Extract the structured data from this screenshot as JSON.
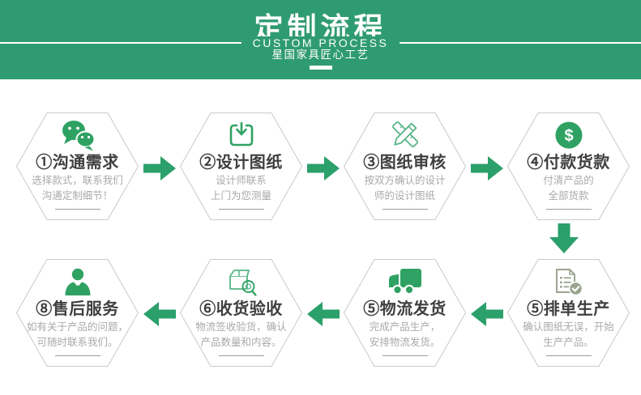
{
  "header": {
    "title": "定制流程",
    "subtitle_en": "CUSTOM PROCESS",
    "subtitle_cn": "星国家具匠心工艺"
  },
  "colors": {
    "banner_green": "#2f9b72",
    "arrow_green": "#2ba06a",
    "icon_green": "#2fa263",
    "icon_green_light": "#55b585",
    "icon_muted": "#9aa58f",
    "hex_border": "#c9c9c9",
    "title_text": "#3f3f3f",
    "desc_text": "#a9a9a9"
  },
  "steps": [
    {
      "icon": "wechat-icon",
      "title": "①沟通需求",
      "desc1": "选择款式，联系我们",
      "desc2": "沟通定制细节！"
    },
    {
      "icon": "download-icon",
      "title": "②设计图纸",
      "desc1": "设计师联系",
      "desc2": "上门为您测量"
    },
    {
      "icon": "pencil-ruler-icon",
      "title": "③图纸审核",
      "desc1": "按双方确认的设计",
      "desc2": "师的设计图纸"
    },
    {
      "icon": "dollar-icon",
      "title": "④付款货款",
      "desc1": "付清产品的",
      "desc2": "全部货款"
    },
    {
      "icon": "checklist-icon",
      "title": "⑤排单生产",
      "desc1": "确认图纸无误，开始",
      "desc2": "生产产品。"
    },
    {
      "icon": "truck-icon",
      "title": "⑤物流发货",
      "desc1": "完成产品生产，",
      "desc2": "安排物流发货。"
    },
    {
      "icon": "box-search-icon",
      "title": "⑥收货验收",
      "desc1": "物流签收验货，确认",
      "desc2": "产品数量和内容。"
    },
    {
      "icon": "person-icon",
      "title": "⑧售后服务",
      "desc1": "如有关于产品的问题，",
      "desc2": "可随时联系我们。"
    }
  ]
}
